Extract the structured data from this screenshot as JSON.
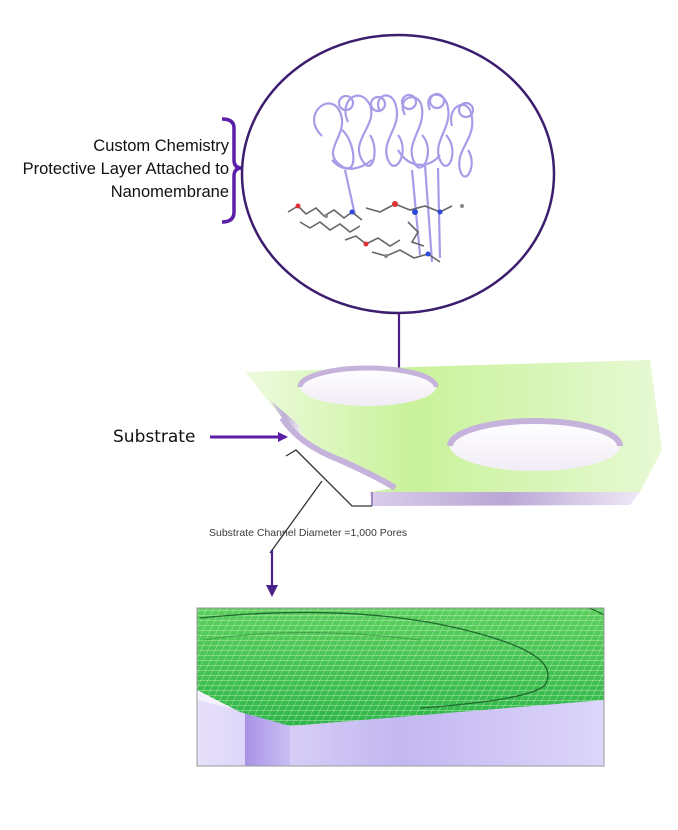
{
  "labels": {
    "chemistry_line1": "Custom Chemistry",
    "chemistry_line2": "Protective Layer Attached to",
    "chemistry_line3": "Nanomembrane",
    "substrate": "Substrate",
    "channel": "Substrate Channel Diameter =1,000 Pores"
  },
  "colors": {
    "arrow": "#5a1fa6",
    "circle_outline": "#3c1d6e",
    "substrate_green": "#c8f09a",
    "membrane_green": "#33c44a",
    "base_lavender": "#c4b8f0"
  },
  "icons": [
    "bracket-icon",
    "arrow-icon",
    "molecule-illustration",
    "membrane-mesh-illustration"
  ]
}
